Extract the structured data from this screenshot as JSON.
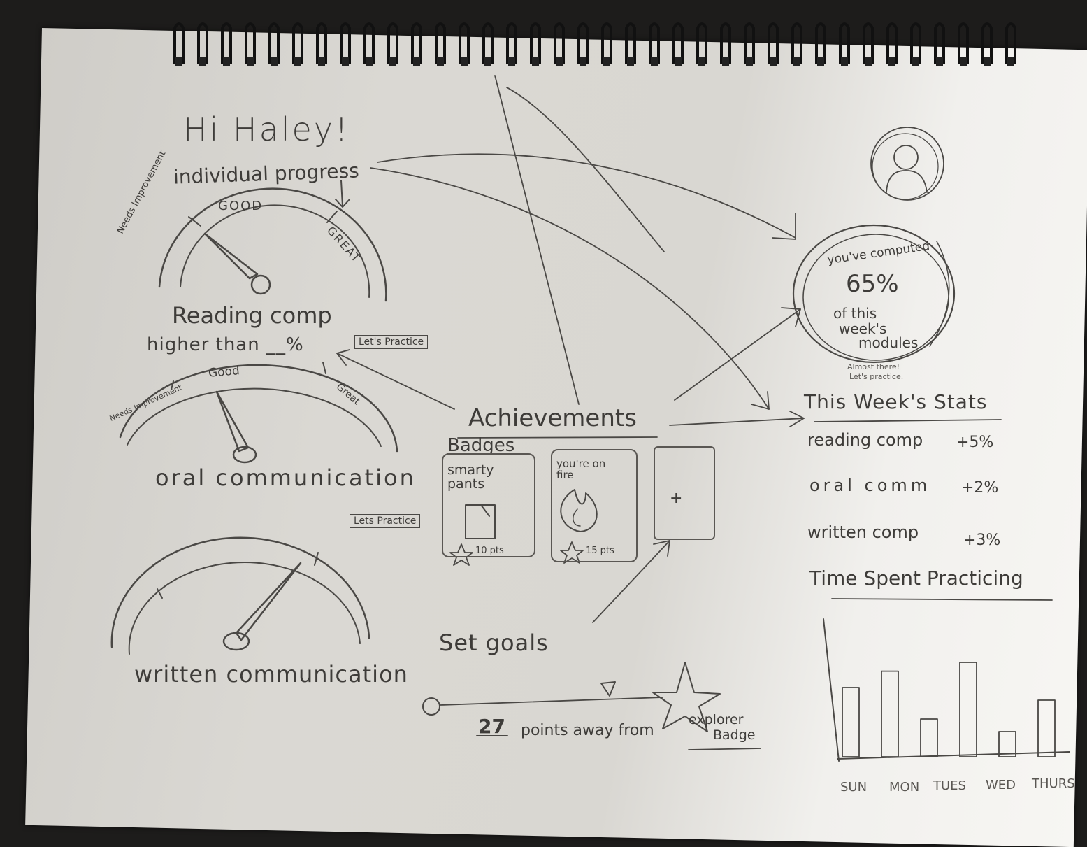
{
  "greeting": "Hi Haley!",
  "progress": {
    "heading": "individual progress",
    "gauges": [
      {
        "title": "Reading comp",
        "labels": [
          "Needs Improvement",
          "GOOD",
          "GREAT"
        ]
      },
      {
        "title": "oral communication",
        "labels": [
          "Needs Improvement",
          "Good",
          "Great"
        ]
      },
      {
        "title": "written communication",
        "labels": []
      }
    ],
    "comparison_text": "higher than __%",
    "practice_label": "Let's Practice",
    "practice_label_2": "Lets Practice"
  },
  "completion": {
    "line1": "you've computed",
    "percent": "65%",
    "line2": "of this",
    "line3": "week's",
    "line4": "modules",
    "note1": "Almost there!",
    "note2": "Let's practice."
  },
  "achievements": {
    "title": "Achievements",
    "badges_title": "Badges",
    "badges": [
      {
        "name": "smarty pants",
        "points": "10 pts"
      },
      {
        "name": "you're on fire",
        "points": "15 pts"
      }
    ],
    "add_label": "+"
  },
  "goals": {
    "title": "Set goals",
    "points_away": "27",
    "suffix": "points away from",
    "badge_line1": "explorer",
    "badge_line2": "Badge"
  },
  "stats": {
    "title": "This Week's Stats",
    "rows": [
      {
        "label": "reading comp",
        "value": "+5%"
      },
      {
        "label": "oral comm",
        "value": "+2%"
      },
      {
        "label": "written comp",
        "value": "+3%"
      }
    ]
  },
  "chart_data": {
    "type": "bar",
    "title": "Time Spent Practicing",
    "categories": [
      "SUN",
      "MON",
      "TUES",
      "WED",
      "THURS"
    ],
    "values": [
      0.55,
      0.68,
      0.3,
      0.75,
      0.2,
      0.45
    ]
  },
  "colors": {
    "pencil": "#4a4845",
    "paper": "#dad8d3",
    "background": "#1d1c1b"
  },
  "icons": {
    "profile": "user-profile-icon",
    "badge_star": "star-icon",
    "flame": "flame-icon"
  }
}
